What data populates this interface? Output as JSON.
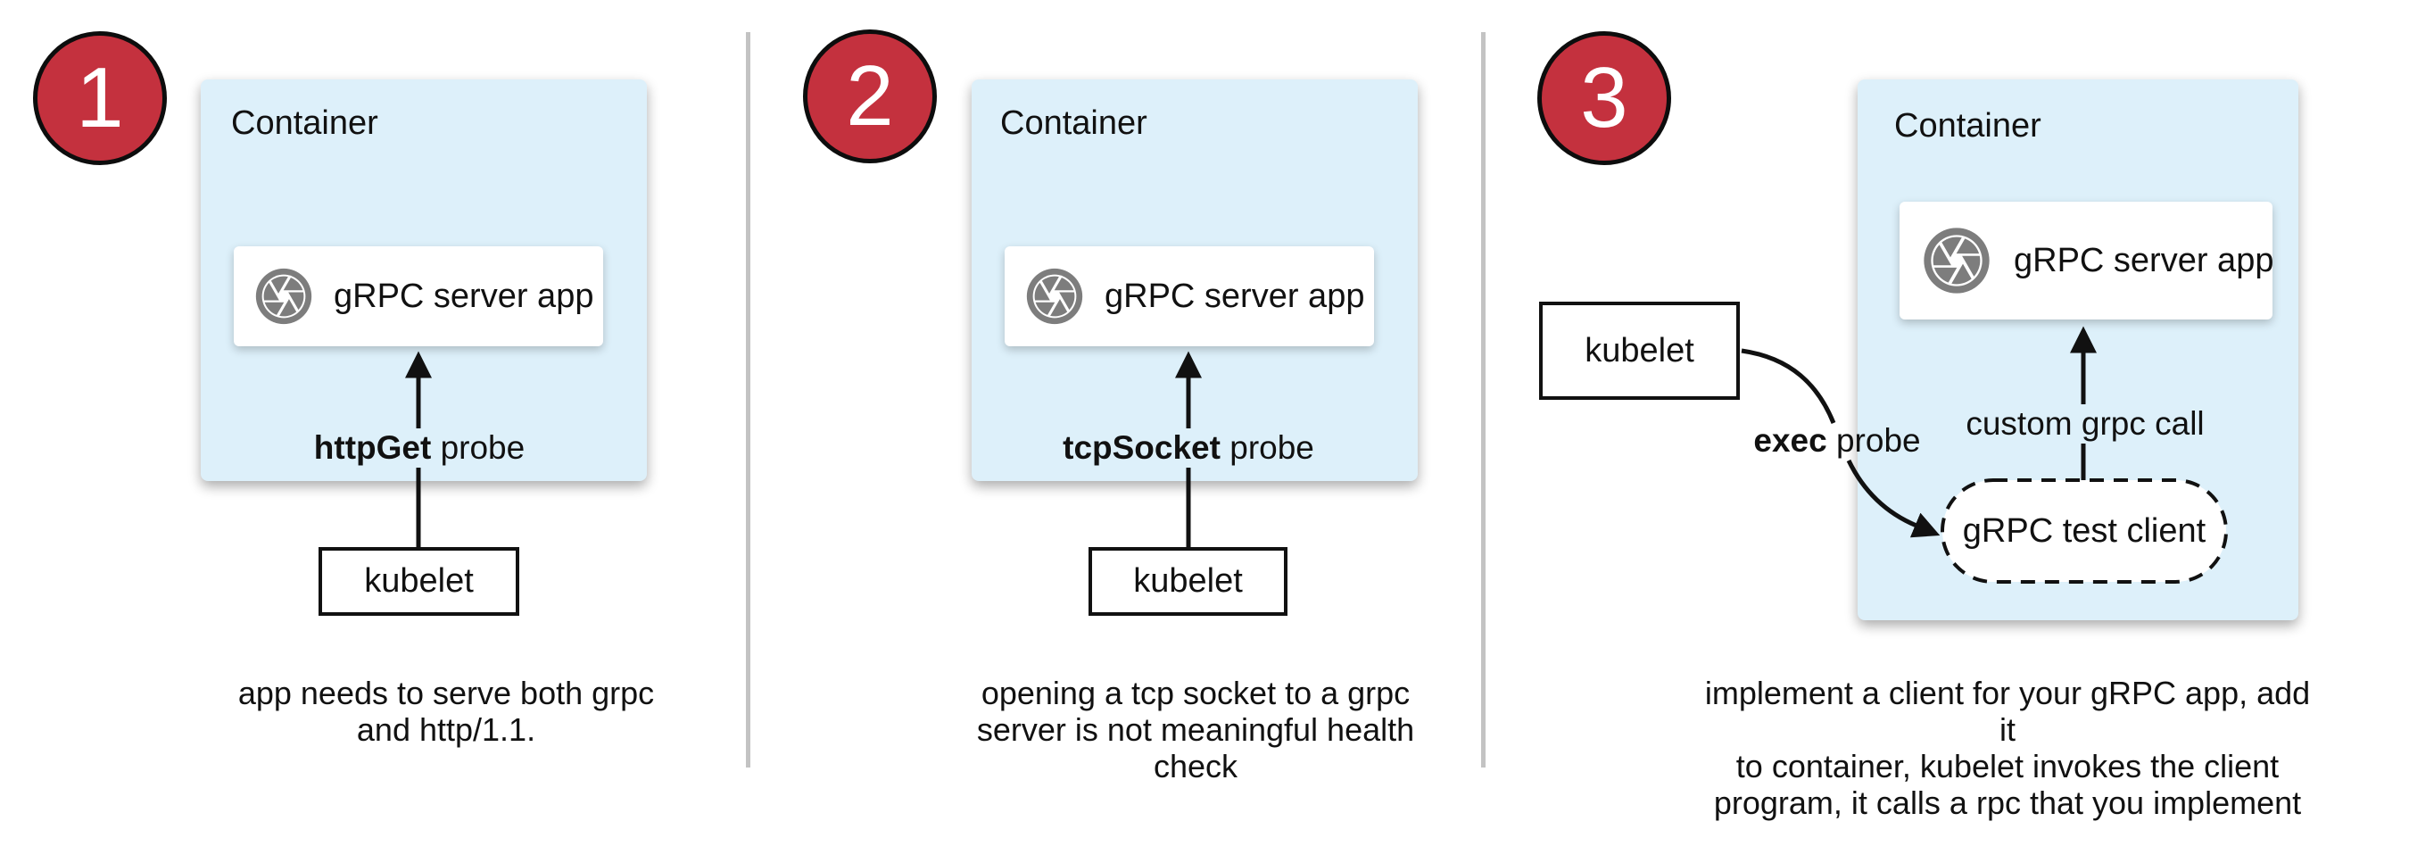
{
  "colors": {
    "badge_red": "#c4313e",
    "badge_border": "#0d0d0d",
    "container_blue": "#ddf0fa",
    "icon_gray": "#7d7d7d",
    "divider_gray": "#c3c3c3",
    "line_black": "#111111"
  },
  "panels": [
    {
      "number": "1",
      "container_label": "Container",
      "app_label": "gRPC server app",
      "probe_bold": "httpGet",
      "probe_rest": " probe",
      "kubelet_label": "kubelet",
      "caption_lines": [
        "app needs to serve both grpc",
        "and http/1.1."
      ]
    },
    {
      "number": "2",
      "container_label": "Container",
      "app_label": "gRPC server app",
      "probe_bold": "tcpSocket",
      "probe_rest": " probe",
      "kubelet_label": "kubelet",
      "caption_lines": [
        "opening a tcp socket to a grpc",
        "server is not meaningful health",
        "check"
      ]
    },
    {
      "number": "3",
      "container_label": "Container",
      "app_label": "gRPC server app",
      "probe_bold": "exec",
      "probe_rest": " probe",
      "call_label": "custom grpc call",
      "test_client_label": "gRPC test client",
      "kubelet_label": "kubelet",
      "caption_lines": [
        "implement a client for your gRPC app, add it",
        "to container, kubelet invokes the client",
        "program, it calls a rpc that you implement"
      ]
    }
  ]
}
